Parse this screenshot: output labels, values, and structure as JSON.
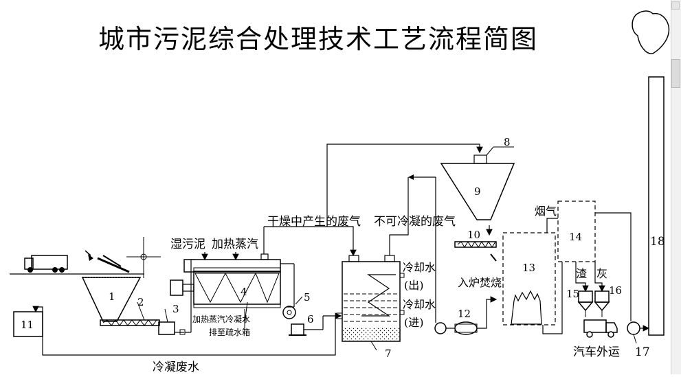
{
  "title": "城市污泥综合处理技术工艺流程简图",
  "numbers": [
    "1",
    "2",
    "3",
    "4",
    "5",
    "6",
    "7",
    "8",
    "9",
    "10",
    "11",
    "12",
    "13",
    "14",
    "15",
    "16",
    "17",
    "18"
  ],
  "labels": {
    "wet_sludge": "湿污泥",
    "heating_steam": "加热蒸汽",
    "dry_exhaust": "干燥中产生的废气",
    "noncond_exhaust": "不可冷凝的废气",
    "cooling_out_1": "冷却水",
    "cooling_out_2": "(出)",
    "cooling_in_1": "冷却水",
    "cooling_in_2": "(进)",
    "steam_condensate": "加热蒸汽冷凝水",
    "to_drain_tank": "排至疏水箱",
    "into_furnace": "入炉焚烧",
    "flue_gas": "烟气",
    "slag": "渣",
    "ash": "灰",
    "truck_out": "汽车外运",
    "condensed_wastewater": "冷凝废水"
  },
  "icons": [
    "garbage-truck-icon",
    "excavator-grab-icon",
    "motor-icon",
    "fan-icon",
    "pump-icon",
    "cloud-icon",
    "crosshair-icon"
  ]
}
